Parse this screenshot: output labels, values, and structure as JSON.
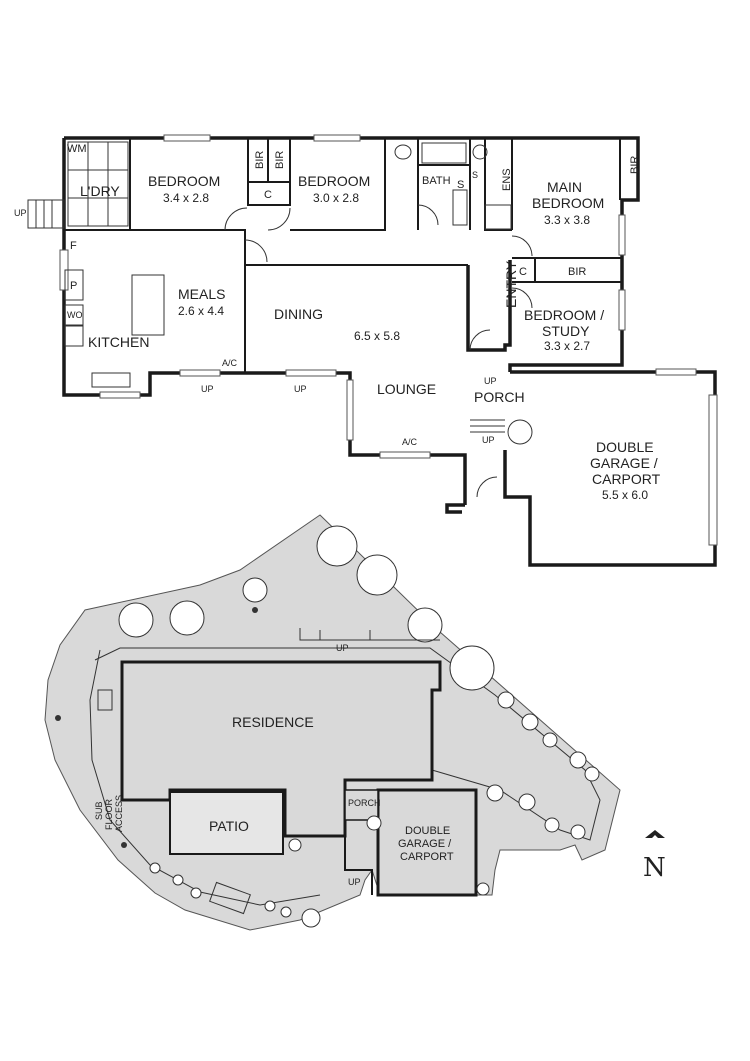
{
  "floor_plan": {
    "rooms": [
      {
        "name": "L'DRY",
        "dims": ""
      },
      {
        "name": "BEDROOM",
        "dims": "3.4 x 2.8"
      },
      {
        "name": "BEDROOM",
        "dims": "3.0 x 2.8"
      },
      {
        "name": "BATH",
        "dims": ""
      },
      {
        "name": "ENS",
        "dims": ""
      },
      {
        "name": "MAIN\nBEDROOM",
        "dims": "3.3 x 3.8"
      },
      {
        "name": "MEALS",
        "dims": "2.6 x 4.4"
      },
      {
        "name": "DINING",
        "dims": "6.5 x 5.8"
      },
      {
        "name": "LOUNGE",
        "dims": ""
      },
      {
        "name": "KITCHEN",
        "dims": ""
      },
      {
        "name": "ENTRY",
        "dims": ""
      },
      {
        "name": "BEDROOM /\nSTUDY",
        "dims": "3.3 x 2.7"
      },
      {
        "name": "PORCH",
        "dims": ""
      },
      {
        "name": "DOUBLE\nGARAGE /\nCARPORT",
        "dims": "5.5 x 6.0"
      }
    ],
    "fixture_labels": {
      "wm": "WM",
      "fridge": "F",
      "pantry": "P",
      "wall_oven": "WO",
      "bir": "BIR",
      "cupboard": "C",
      "shower": "S",
      "ac": "A/C",
      "up": "UP"
    }
  },
  "site_plan": {
    "residence": "RESIDENCE",
    "patio": "PATIO",
    "porch": "PORCH",
    "garage": "DOUBLE\nGARAGE /\nCARPORT",
    "subfloor": "SUB\nFLOOR\nACCESS",
    "up": "UP",
    "north": "N"
  }
}
